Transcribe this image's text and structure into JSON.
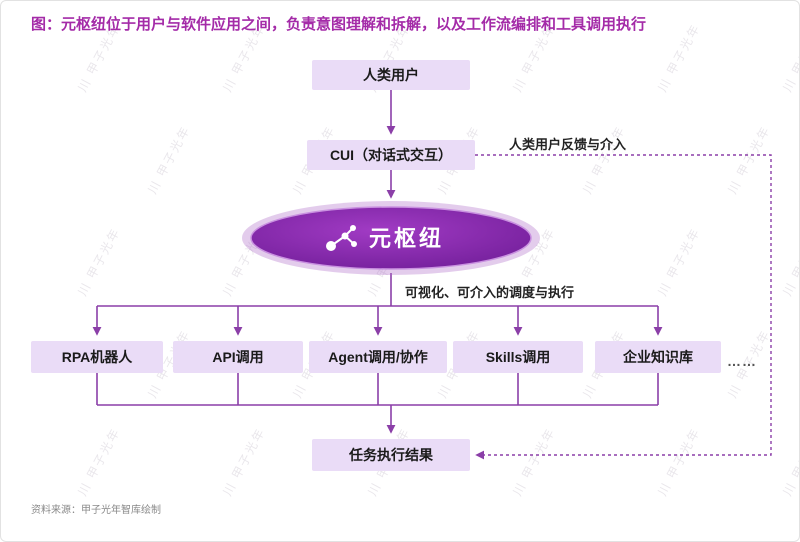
{
  "title": "图：元枢纽位于用户与软件应用之间，负责意图理解和拆解，以及工作流编排和工具调用执行",
  "source": "资料来源：甲子光年智库绘制",
  "watermark": {
    "logo": "川",
    "text": "甲子光年"
  },
  "colors": {
    "title_color": "#A42BA8",
    "accent": "#8B3FA8",
    "box_fill": "#EADCF7",
    "box_text": "#1A1A1A",
    "hub_light": "#A13BC4",
    "hub_dark": "#6E1C96",
    "hub_halo": "#B06CC9",
    "label_text": "#222222",
    "source_text": "#8A8A8A"
  },
  "diagram": {
    "human_user": "人类用户",
    "cui": "CUI（对话式交互）",
    "hub": "元枢纽",
    "schedule_label": "可视化、可介入的调度与执行",
    "feedback_label": "人类用户反馈与介入",
    "tools": [
      "RPA机器人",
      "API调用",
      "Agent调用/协作",
      "Skills调用",
      "企业知识库"
    ],
    "ellipsis": "……",
    "result": "任务执行结果"
  }
}
